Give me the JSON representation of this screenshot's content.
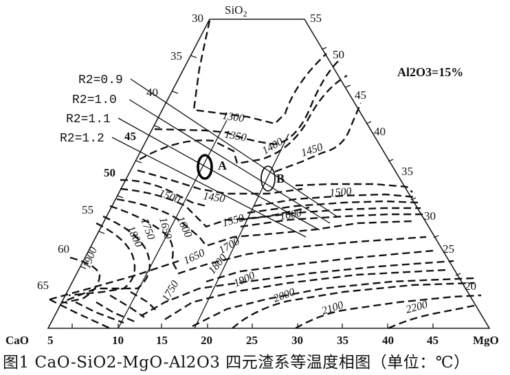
{
  "chart_data": {
    "type": "ternary-isotherm",
    "title": "CaO-SiO2-MgO-Al2O3 四元渣系等温度相图",
    "unit": "℃",
    "condition": "Al2O3=15%",
    "vertices": {
      "top": "SiO2",
      "bottom_left": "CaO",
      "bottom_right": "MgO"
    },
    "axes": {
      "bottom": {
        "label_left": "CaO",
        "label_right": "MgO",
        "ticks": [
          5,
          10,
          15,
          20,
          25,
          30,
          35,
          40,
          45
        ]
      },
      "left": {
        "ticks": [
          30,
          35,
          40,
          45,
          50,
          55,
          60,
          65
        ]
      },
      "right": {
        "ticks": [
          55,
          50,
          45,
          40,
          35,
          30,
          25,
          20
        ]
      },
      "top_edge": {
        "left": "30",
        "right": "55"
      }
    },
    "isotherm_labels": [
      1300,
      1350,
      1400,
      1450,
      1450,
      1500,
      1500,
      1550,
      1600,
      1600,
      1650,
      1650,
      1700,
      1750,
      1750,
      1800,
      1800,
      1900,
      1900,
      2000,
      2100,
      2200
    ],
    "basicity_lines": [
      {
        "label": "R2=0.9",
        "value": 0.9
      },
      {
        "label": "R2=1.0",
        "value": 1.0
      },
      {
        "label": "R2=1.1",
        "value": 1.1
      },
      {
        "label": "R2=1.2",
        "value": 1.2
      }
    ],
    "points": [
      {
        "label": "A",
        "region": "~1400℃ between R2=1.0 and R2=1.1 lines, near MgO≈10 guide line"
      },
      {
        "label": "B",
        "region": "~1400-1450℃ near R2=1.0-1.1, on MgO≈15 guide line"
      }
    ]
  },
  "labels": {
    "sio2": "SiO",
    "sio2_sub": "2",
    "cao": "CaO",
    "mgo": "MgO",
    "al2o3_note": "Al2O3=15%",
    "point_a": "A",
    "point_b": "B",
    "top_left": "30",
    "top_right": "55",
    "bottom_ticks": [
      "5",
      "10",
      "15",
      "20",
      "25",
      "30",
      "35",
      "40",
      "45"
    ],
    "left_ticks": [
      "35",
      "40",
      "45",
      "50",
      "55",
      "60",
      "65"
    ],
    "right_ticks": [
      "50",
      "45",
      "40",
      "35",
      "30",
      "25",
      "20"
    ],
    "r_lines": [
      "R2=0.9",
      "R2=1.0",
      "R2=1.1",
      "R2=1.2"
    ]
  },
  "caption": "图1 CaO-SiO2-MgO-Al2O3 四元渣系等温度相图（单位：℃）"
}
